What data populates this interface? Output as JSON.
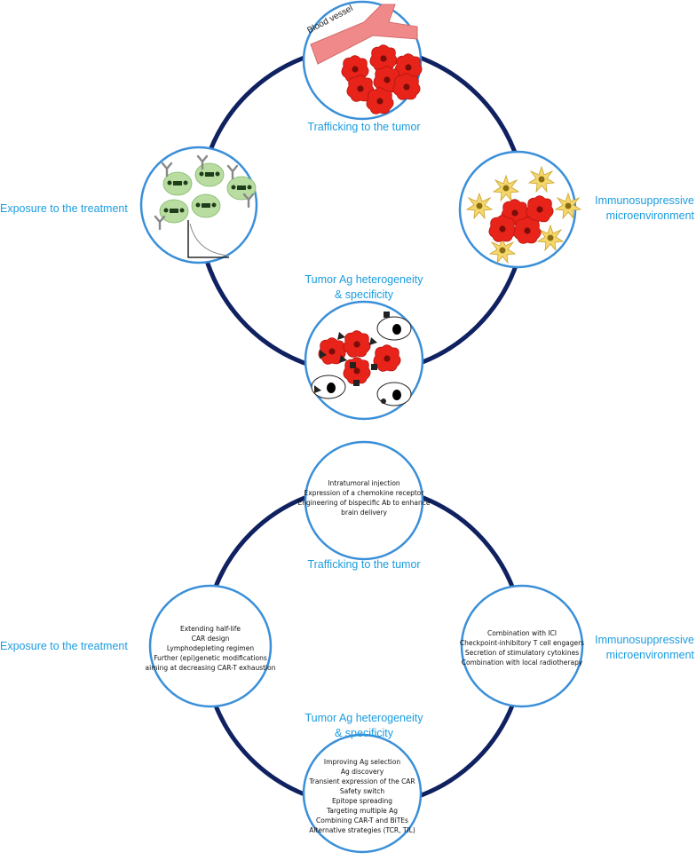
{
  "top_diagram": {
    "stages": {
      "trafficking": "Trafficking to the tumor",
      "immunosuppressive": "Immunosuppressive\nmicroenvironment",
      "heterogeneity": "Tumor Ag heterogeneity\n& specificity",
      "exposure": "Exposure to the treatment"
    },
    "blood_vessel_label": "Blood vessel"
  },
  "bottom_diagram": {
    "stages": {
      "trafficking": "Trafficking to the tumor",
      "immunosuppressive": "Immunosuppressive\nmicroenvironment",
      "heterogeneity": "Tumor Ag heterogeneity\n& specificity",
      "exposure": "Exposure to the treatment"
    },
    "strategies": {
      "trafficking": [
        "Intratumoral injection",
        "Expression of a chemokine receptor",
        "Engineering of bispecific Ab to enhance",
        "brain delivery"
      ],
      "exposure": [
        "Extending half-life",
        "CAR design",
        "Lymphodepleting regimen",
        "Further (epi)genetic modifications",
        "aiming at decreasing CAR-T exhaustion"
      ],
      "immunosuppressive": [
        "Combination with ICI",
        "Checkpoint-inhibitory T cell engagers",
        "Secretion of stimulatory cytokines",
        "Combination with local radiotherapy"
      ],
      "heterogeneity": [
        "Improving Ag selection",
        "Ag discovery",
        "Transient expression of the CAR",
        "Safety switch",
        "Epitope spreading",
        "Targeting multiple Ag",
        "Combining CAR-T and BiTEs",
        "Alternative strategies (TCR, TIL)"
      ]
    }
  },
  "colors": {
    "ring": "#0f2160",
    "circle_stroke": "#3a8fd8",
    "label": "#1a9ce0",
    "tumor": "#e8231a",
    "vessel": "#f08a8a"
  }
}
